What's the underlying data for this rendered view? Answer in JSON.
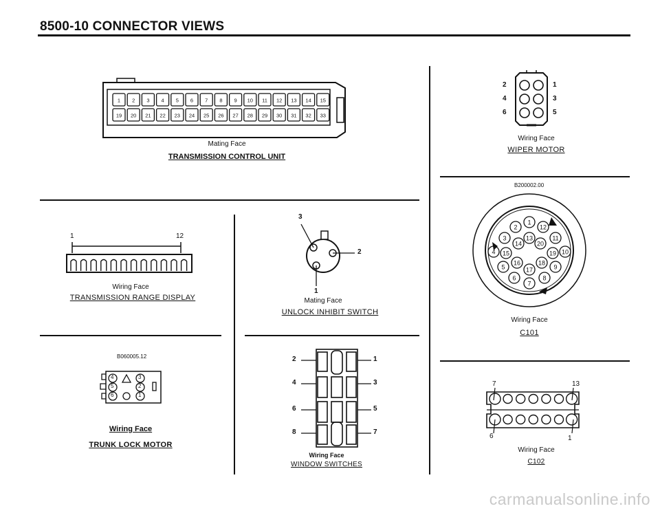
{
  "header": {
    "title": "8500-10   CONNECTOR VIEWS"
  },
  "connectors": {
    "tcu": {
      "face": "Mating Face",
      "name": "TRANSMISSION CONTROL UNIT",
      "top_pins": [
        "1",
        "2",
        "3",
        "4",
        "5",
        "6",
        "7",
        "8",
        "9",
        "10",
        "11",
        "12",
        "13",
        "14",
        "15"
      ],
      "bottom_pins": [
        "19",
        "20",
        "21",
        "22",
        "23",
        "24",
        "25",
        "26",
        "27",
        "28",
        "29",
        "30",
        "31",
        "32",
        "33"
      ]
    },
    "wiper": {
      "face": "Wiring Face",
      "name": "WIPER MOTOR",
      "pin_labels": [
        "2",
        "1",
        "4",
        "3",
        "6",
        "5"
      ]
    },
    "trd": {
      "face": "Wiring Face",
      "name": "TRANSMISSION RANGE DISPLAY",
      "pin_first": "1",
      "pin_last": "12"
    },
    "unlock": {
      "face": "Mating Face",
      "name": "UNLOCK INHIBIT SWITCH",
      "pin_labels": [
        "3",
        "2",
        "1"
      ]
    },
    "c101": {
      "ref": "B200002.00",
      "face": "Wiring Face",
      "name": "C101",
      "pins": [
        "1",
        "2",
        "3",
        "4",
        "5",
        "6",
        "7",
        "8",
        "9",
        "10",
        "11",
        "12",
        "13",
        "14",
        "15",
        "16",
        "17",
        "18",
        "19",
        "20"
      ]
    },
    "trunk": {
      "ref": "B060005.12",
      "face": "Wiring Face",
      "name": "TRUNK LOCK MOTOR",
      "pins": [
        "4",
        "3",
        "5",
        "2",
        "6",
        "1"
      ]
    },
    "window": {
      "face": "Wiring Face",
      "name": "WINDOW SWITCHES",
      "pin_labels": [
        "2",
        "1",
        "4",
        "3",
        "6",
        "5",
        "8",
        "7"
      ]
    },
    "c102": {
      "face": "Wiring Face",
      "name": "C102",
      "pin_labels": [
        "7",
        "13",
        "6",
        "1"
      ]
    }
  },
  "watermark": "carmanualsonline.info"
}
